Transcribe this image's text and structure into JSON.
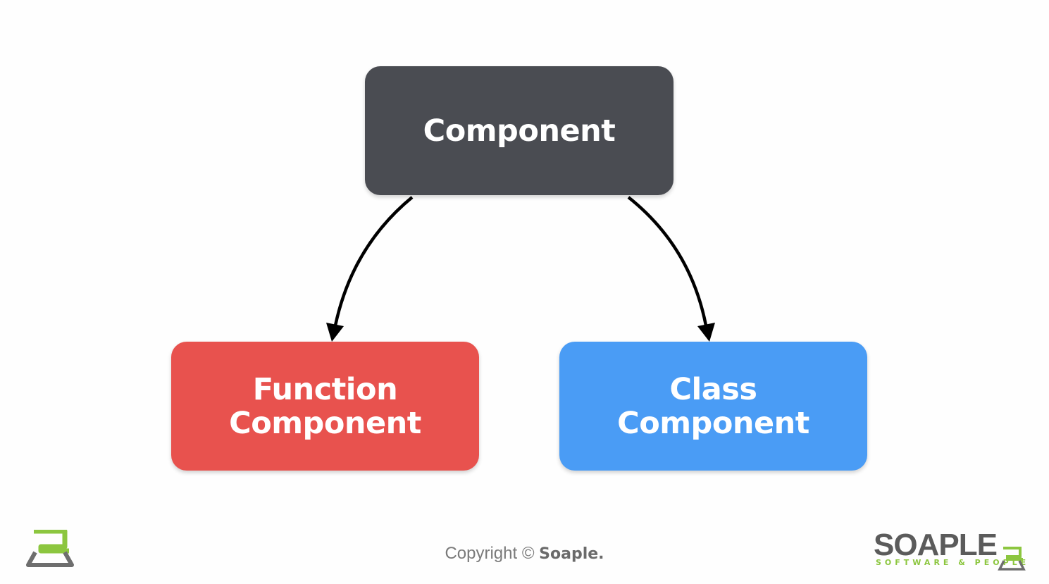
{
  "diagram": {
    "nodes": {
      "root": {
        "label": "Component",
        "color": "#4a4c52"
      },
      "left": {
        "line1": "Function",
        "line2": "Component",
        "color": "#e8524e"
      },
      "right": {
        "line1": "Class",
        "line2": "Component",
        "color": "#4a9cf5"
      }
    },
    "edges": [
      {
        "from": "root",
        "to": "left"
      },
      {
        "from": "root",
        "to": "right"
      }
    ],
    "arrow_color": "#000000"
  },
  "footer": {
    "copyright_prefix": "Copyright © ",
    "copyright_brand": "Soaple."
  },
  "branding": {
    "wordmark": "SOAPLE",
    "tagline": "SOFTWARE & PEOPLE",
    "accent_color": "#8cc63f",
    "gray_color": "#707070",
    "left_logo_icon": "soaple-logo-icon"
  }
}
